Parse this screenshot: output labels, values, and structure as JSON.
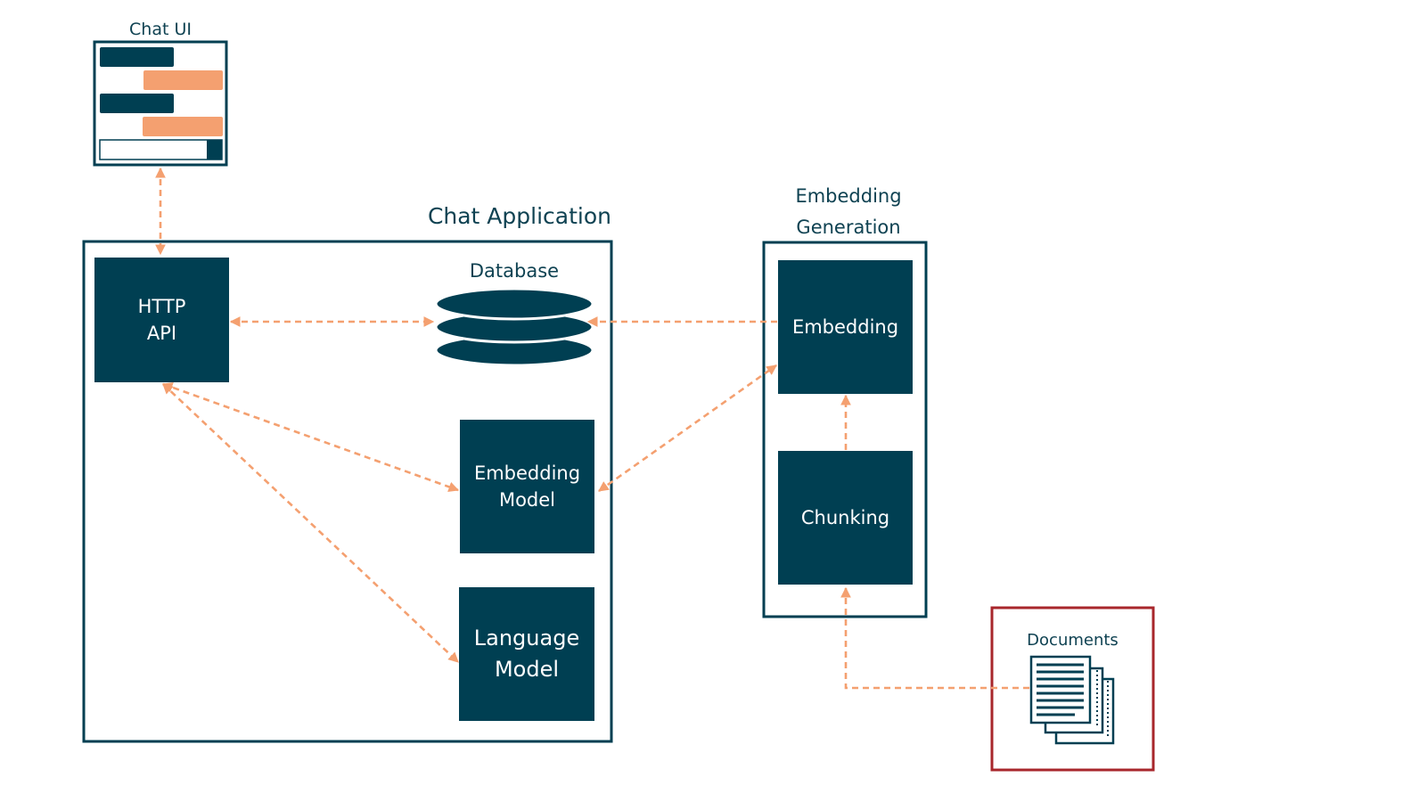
{
  "colors": {
    "navy": "#003f52",
    "orange": "#f4a070",
    "text": "#0f4252",
    "documents_border": "#a8272c"
  },
  "chat_ui": {
    "label": "Chat UI"
  },
  "chat_application": {
    "title": "Chat Application",
    "http_api": [
      "HTTP",
      "API"
    ],
    "database": "Database",
    "embedding_model": [
      "Embedding",
      "Model"
    ],
    "language_model": [
      "Language",
      "Model"
    ]
  },
  "embedding_generation": {
    "title": [
      "Embedding",
      "Generation"
    ],
    "embedding": "Embedding",
    "chunking": "Chunking"
  },
  "documents": {
    "label": "Documents",
    "icon": "documents-icon"
  }
}
